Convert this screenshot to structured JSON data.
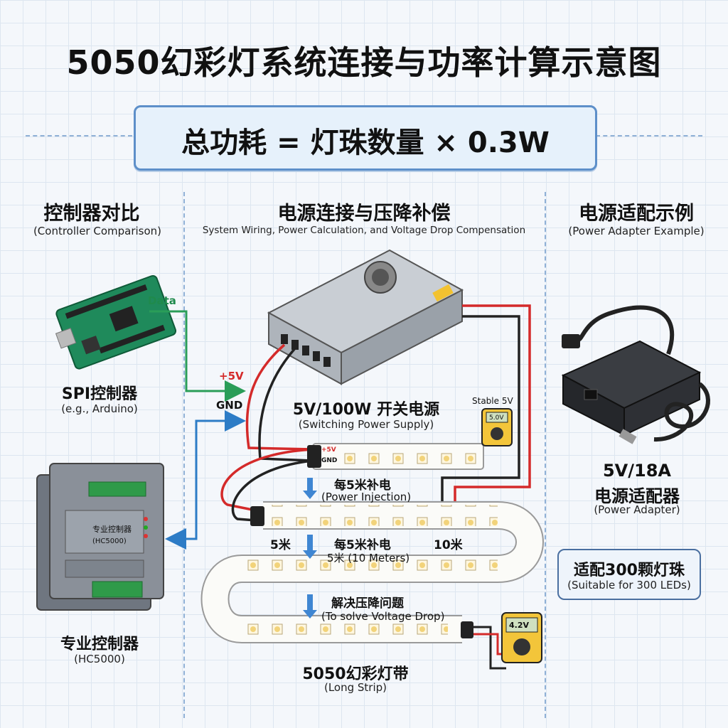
{
  "title": "5050幻彩灯系统连接与功率计算示意图",
  "formula": "总功耗 = 灯珠数量 × 0.3W",
  "columns": {
    "left": {
      "zh": "控制器对比",
      "en": "(Controller Comparison)"
    },
    "middle": {
      "zh": "电源连接与压降补偿",
      "en": "System Wiring, Power Calculation, and Voltage Drop Compensation"
    },
    "right": {
      "zh": "电源适配示例",
      "en": "(Power Adapter Example)"
    }
  },
  "controllers": {
    "spi": {
      "zh": "SPI控制器",
      "en": "(e.g., Arduino)"
    },
    "pro": {
      "zh": "专业控制器",
      "en": "(HC5000)",
      "panel_text": "专业控制器",
      "panel_model": "(HC5000)"
    }
  },
  "signals": {
    "data": "Data",
    "plus5v": "+5V",
    "gnd": "GND"
  },
  "psu": {
    "zh": "5V/100W 开关电源",
    "en": "(Switching Power Supply)"
  },
  "meters": {
    "top_label": "Stable 5V",
    "top_reading": "5.0V",
    "bottom_reading": "4.2V"
  },
  "strip_pads": {
    "plus5v": "+5V",
    "gnd": "GND"
  },
  "annotations": {
    "injection": {
      "zh": "每5米补电",
      "en": "(Power Injection)"
    },
    "mark_5m": "5米",
    "mid_zh": "每5米补电",
    "mark_10m": "10米",
    "mid_en": "5米 (10 Meters)",
    "drop": {
      "zh": "解决压降问题",
      "en": "(To solve Voltage Drop)"
    }
  },
  "strip": {
    "zh": "5050幻彩灯带",
    "en": "(Long Strip)"
  },
  "adapter": {
    "zh1": "5V/18A",
    "zh2": "电源适配器",
    "en": "(Power Adapter)"
  },
  "suitable": {
    "zh": "适配300颗灯珠",
    "en": "(Suitable for 300 LEDs)"
  },
  "colors": {
    "red_wire": "#d42a2a",
    "black_wire": "#222222",
    "data_wire": "#2a9d58",
    "gnd_wire": "#2d7cc6",
    "accent": "#5d8fc9"
  }
}
